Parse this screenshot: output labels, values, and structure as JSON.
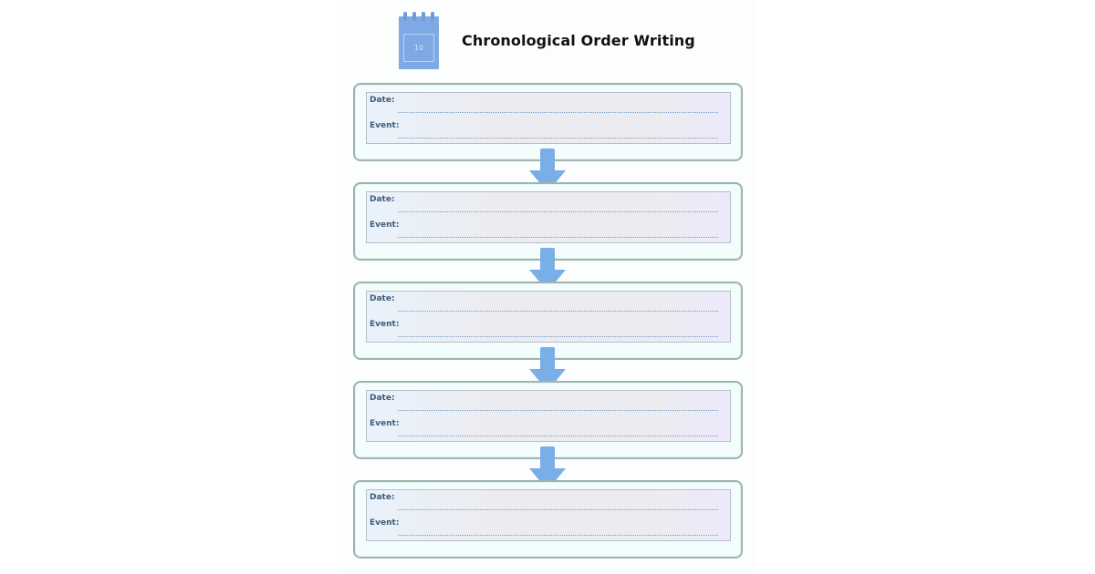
{
  "header": {
    "title": "Chronological Order Writing",
    "calendar_icon": {
      "name": "calendar-icon",
      "day": "10",
      "color": "#7ea9e4"
    }
  },
  "entries": [
    {
      "date_label": "Date:",
      "event_label": "Event:",
      "date_value": "",
      "event_value": ""
    },
    {
      "date_label": "Date:",
      "event_label": "Event:",
      "date_value": "",
      "event_value": ""
    },
    {
      "date_label": "Date:",
      "event_label": "Event:",
      "date_value": "",
      "event_value": ""
    },
    {
      "date_label": "Date:",
      "event_label": "Event:",
      "date_value": "",
      "event_value": ""
    },
    {
      "date_label": "Date:",
      "event_label": "Event:",
      "date_value": "",
      "event_value": ""
    }
  ],
  "connector": {
    "icon": "arrow-down-icon",
    "color": "#7aaee6"
  }
}
